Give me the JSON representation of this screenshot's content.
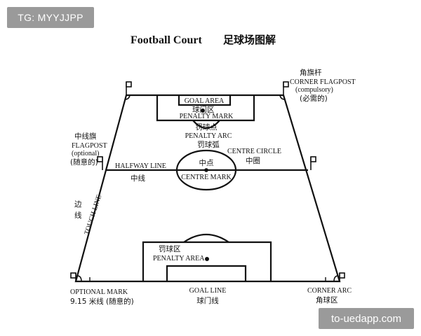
{
  "watermark_top_left": "TG: MYYJJPP",
  "watermark_bottom_right": "to-uedapp.com",
  "title": {
    "en": "Football Court",
    "cn": "足球场图解"
  },
  "labels": {
    "goal_area": "GOAL AREA",
    "goal_area_cn": "球门区",
    "penalty_mark": "PENALTY MARK",
    "penalty_mark_cn": "罚球点",
    "penalty_arc": "PENALTY ARC",
    "penalty_arc_cn": "罚球弧",
    "centre_circle": "CENTRE CIRCLE",
    "centre_circle_cn": "中圈",
    "halfway_line": "HALFWAY LINE",
    "halfway_line_cn": "中线",
    "centre_point_cn": "中点",
    "centre_mark": "CENTRE MARK",
    "penalty_area_cn": "罚球区",
    "penalty_area": "PENALTY AREA",
    "goal_line": "GOAL LINE",
    "goal_line_cn": "球门线",
    "corner_flag_cn": "角旗杆",
    "corner_flagpost": "CORNER FLAGPOST",
    "compulsory": "(compulsory)",
    "compulsory_cn": "(必需的)",
    "halfway_flag_cn": "中线旗",
    "flagpost": "FLAGPOST",
    "optional": "(optional)",
    "optional_cn": "(随意的)",
    "touch_line_cn_1": "边",
    "touch_line_cn_2": "线",
    "touch_line": "TOUCH LINE",
    "optional_mark": "OPTIONAL MARK",
    "optional_mark_cn": "9.15 米线 (随意的)",
    "corner_arc": "CORNER ARC",
    "corner_arc_cn": "角球区"
  }
}
